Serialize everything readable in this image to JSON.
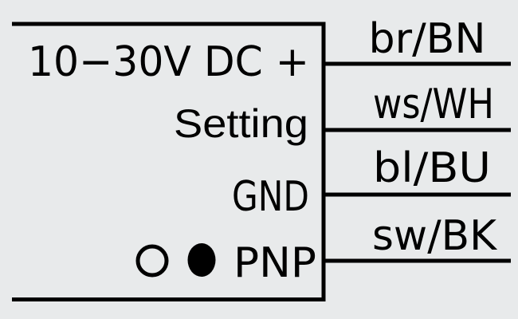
{
  "colors": {
    "background": "#e8eaeb",
    "ink": "#000000"
  },
  "device": {
    "power_label": "10−30V DC +",
    "setting_label": "Setting",
    "ground_label": "GND",
    "output_label": "PNP",
    "indicator_icons": [
      "open-circle-icon",
      "filled-circle-icon"
    ]
  },
  "wires": [
    {
      "label": "br/BN"
    },
    {
      "label": "ws/WH"
    },
    {
      "label": "bl/BU"
    },
    {
      "label": "sw/BK"
    }
  ]
}
